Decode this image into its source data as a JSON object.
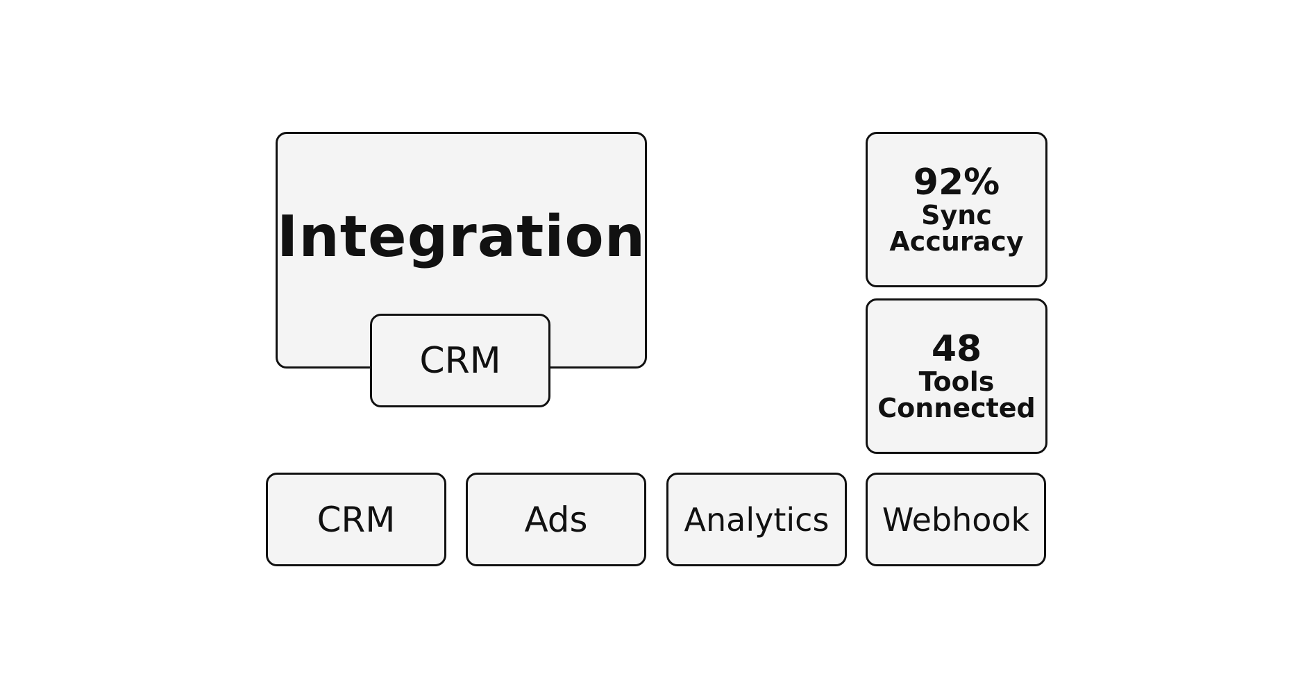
{
  "hero": {
    "title": "Integration",
    "subtitle": "CRM"
  },
  "stats": [
    {
      "value": "92%",
      "label": "Sync Accuracy"
    },
    {
      "value": "48",
      "label": "Tools Connected"
    }
  ],
  "tools": [
    "CRM",
    "Ads",
    "Analytics",
    "Webhook"
  ]
}
